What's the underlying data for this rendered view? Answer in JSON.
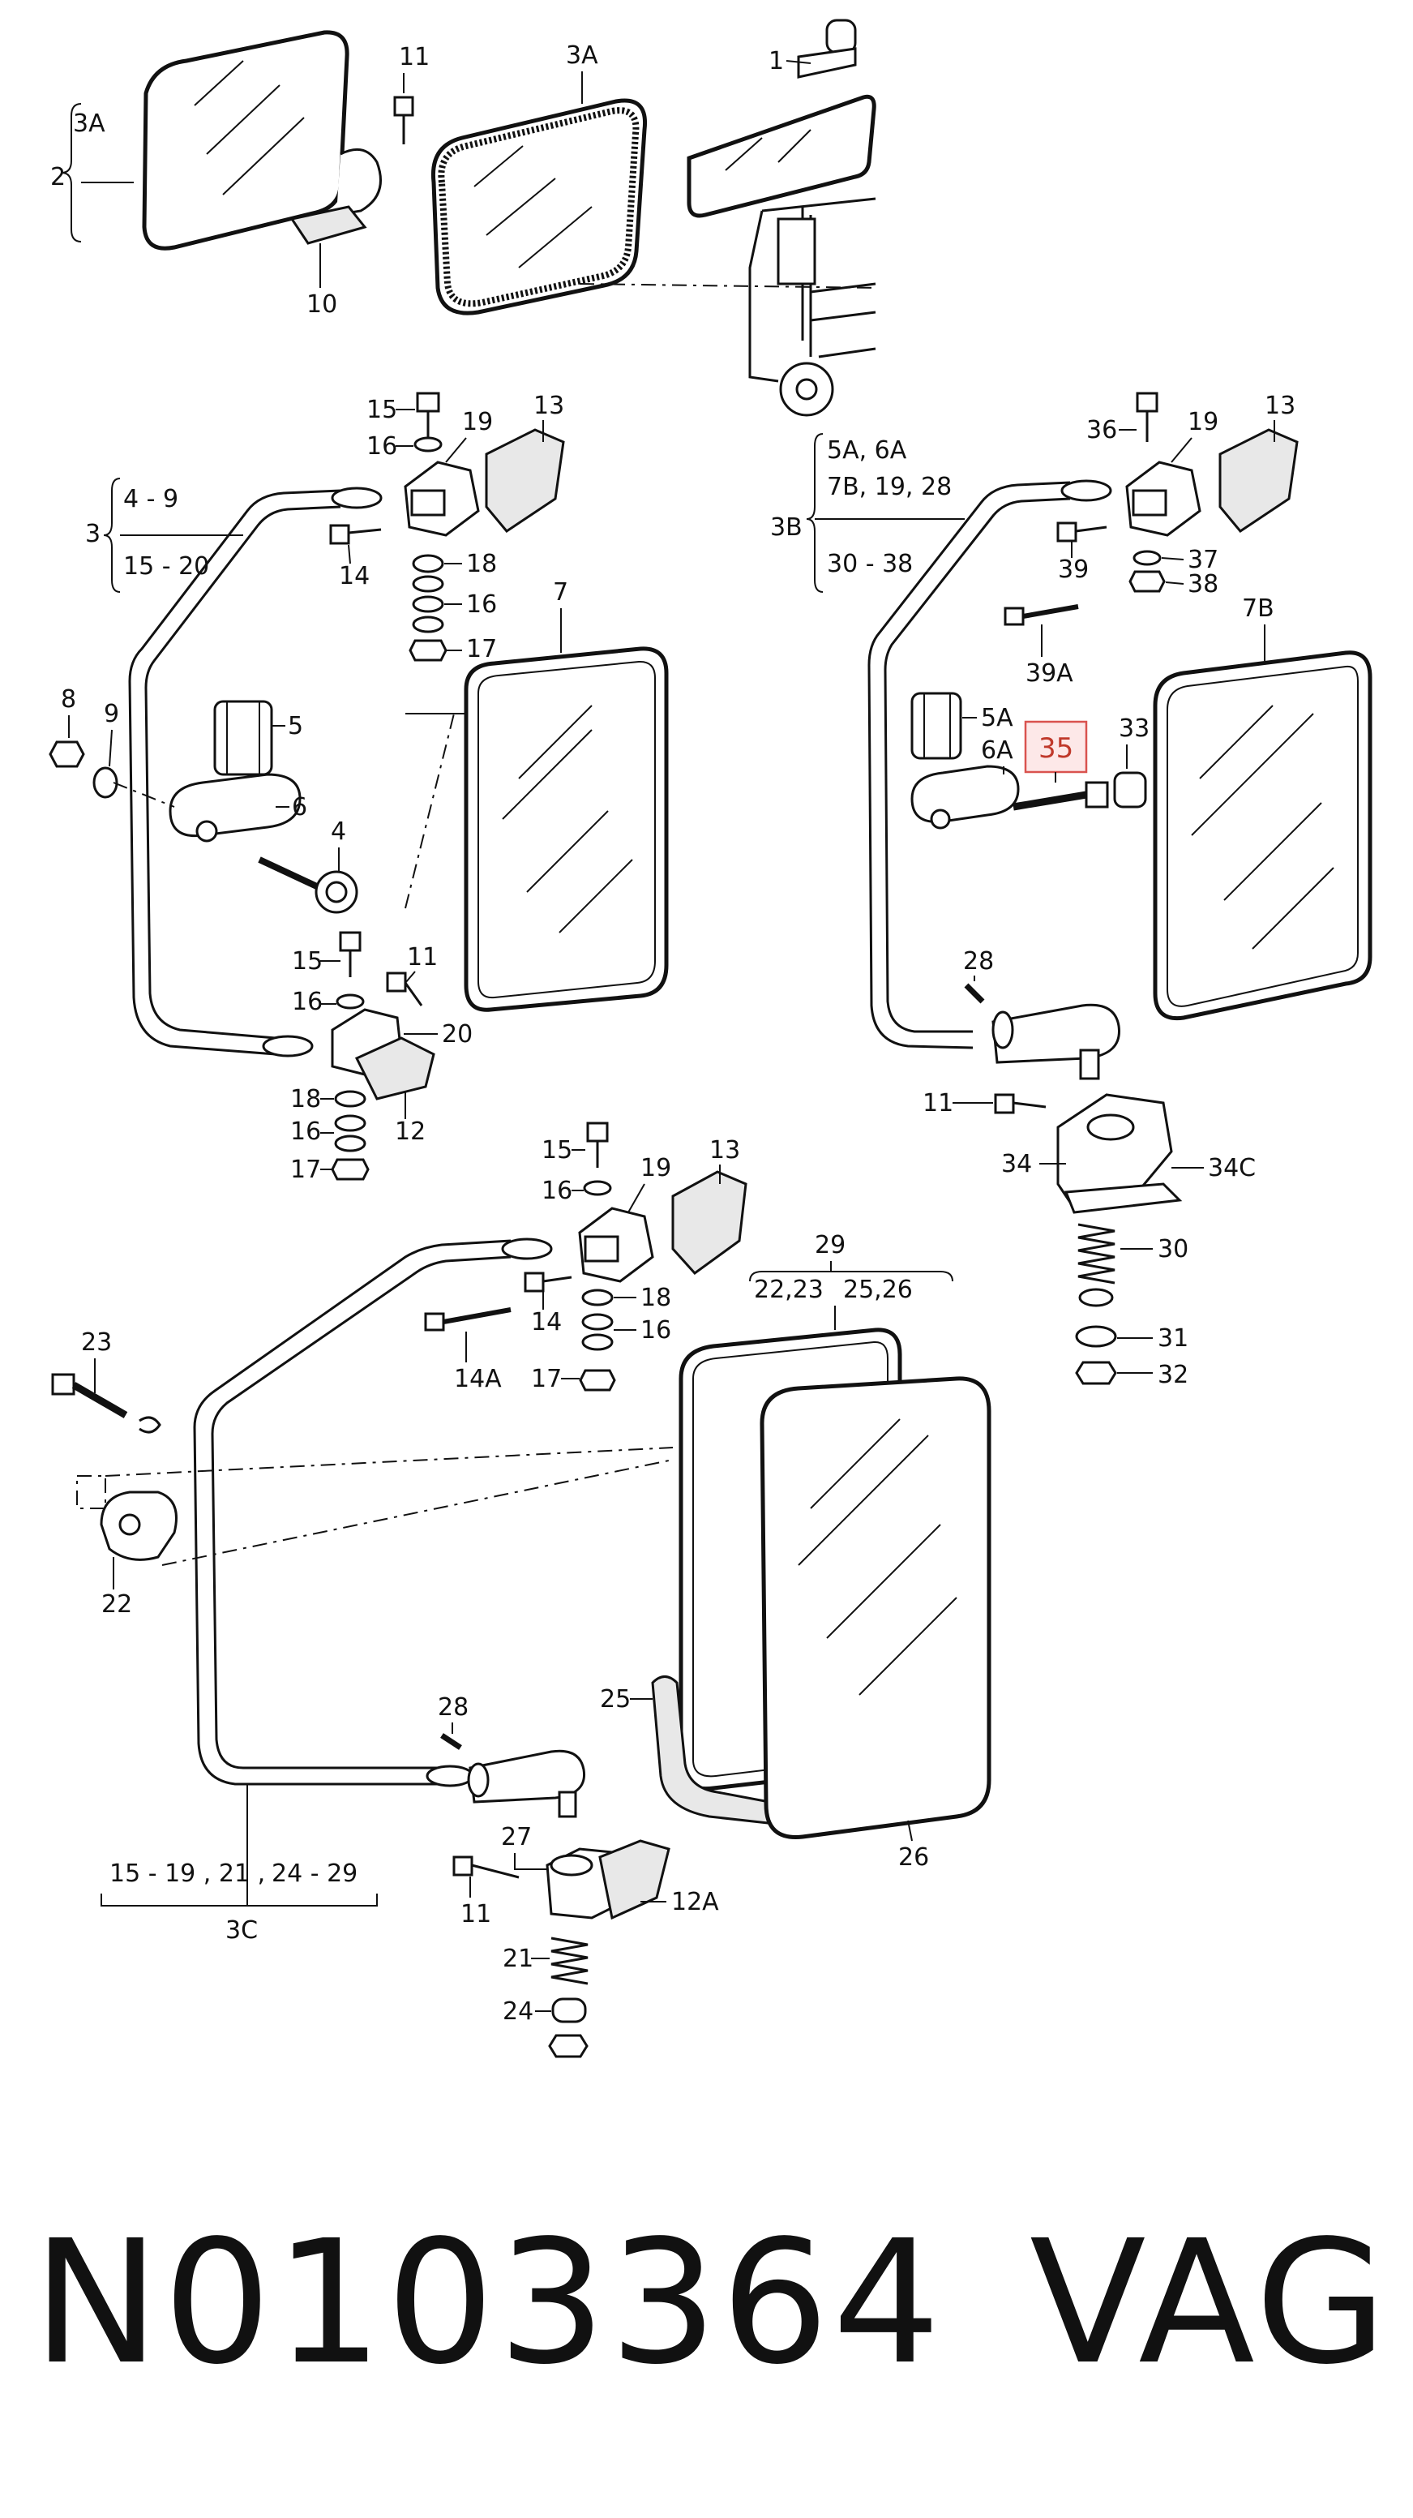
{
  "footer": {
    "part_number": "N0103364",
    "brand": "VAG"
  },
  "highlight": {
    "label": "35",
    "color": "#c0392b"
  },
  "callouts": {
    "c1": "1",
    "c2": "2",
    "c3": "3",
    "c3A_top": "3A",
    "c3A_brace": "3A",
    "c3B": "3B",
    "c3C": "3C",
    "c4": "4",
    "c5": "5",
    "c5A": "5A",
    "c6": "6",
    "c6A": "6A",
    "c7": "7",
    "c7B": "7B",
    "c8": "8",
    "c9": "9",
    "c10": "10",
    "c11a": "11",
    "c11b": "11",
    "c11c": "11",
    "c11d": "11",
    "c12": "12",
    "c12A": "12A",
    "c13a": "13",
    "c13b": "13",
    "c13c": "13",
    "c14a": "14",
    "c14b": "14",
    "c14A": "14A",
    "c15a": "15",
    "c15b": "15",
    "c15c": "15",
    "c16a": "16",
    "c16b": "16",
    "c16c": "16",
    "c16d": "16",
    "c16e": "16",
    "c16f": "16",
    "c17a": "17",
    "c17b": "17",
    "c17c": "17",
    "c18a": "18",
    "c18b": "18",
    "c18c": "18",
    "c19a": "19",
    "c19b": "19",
    "c19c": "19",
    "c20": "20",
    "c21": "21",
    "c22": "22",
    "c23": "23",
    "c24": "24",
    "c25": "25",
    "c26": "26",
    "c27": "27",
    "c28a": "28",
    "c28b": "28",
    "c29": "29",
    "c30": "30",
    "c31": "31",
    "c32": "32",
    "c33": "33",
    "c34": "34",
    "c34C": "34C",
    "c36": "36",
    "c37": "37",
    "c38": "38",
    "c39": "39",
    "c39A": "39A"
  },
  "groups": {
    "g3_a": "4 - 9",
    "g3_b": "15 - 20",
    "g3B_a": "5A, 6A",
    "g3B_b": "7B, 19, 28",
    "g3B_c": "30 - 38",
    "g29_a": "22,23",
    "g29_b": "25,26",
    "g3C_a": "15 - 19 , 21 ,",
    "g3C_b": "24 - 29"
  }
}
